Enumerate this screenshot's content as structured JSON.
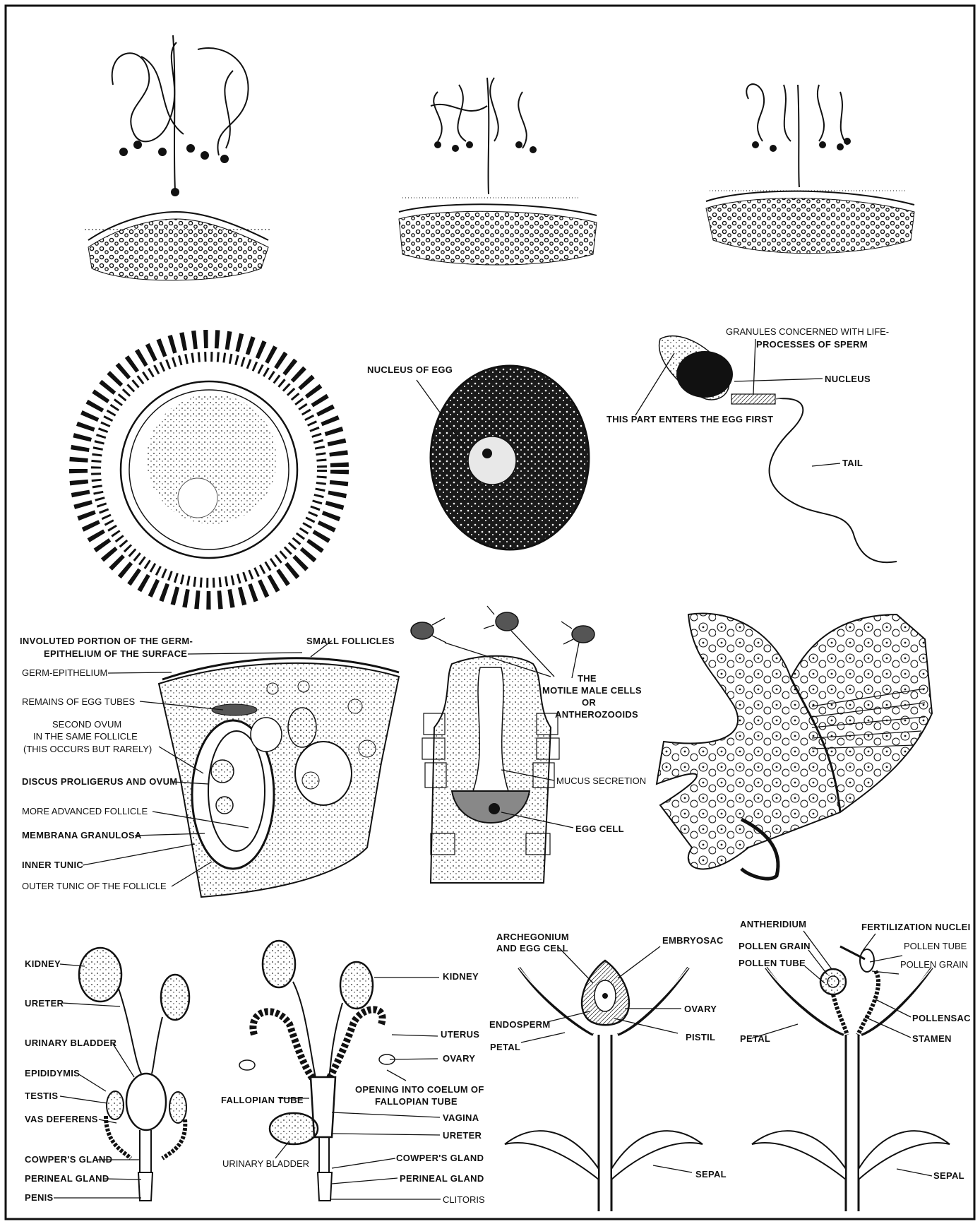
{
  "labels": {
    "sperm": {
      "granules_line1": "GRANULES CONCERNED WITH LIFE-",
      "granules_line2": "PROCESSES OF SPERM",
      "nucleus": "NUCLEUS",
      "enters_egg": "THIS PART ENTERS THE EGG FIRST",
      "tail": "TAIL"
    },
    "egg": {
      "nucleus_of_egg": "NUCLEUS OF EGG"
    },
    "ovary_section": {
      "involuted_line1": "INVOLUTED PORTION OF THE GERM-",
      "involuted_line2": "EPITHELIUM OF THE SURFACE",
      "small_follicles": "SMALL FOLLICLES",
      "germ_epithelium": "GERM-EPITHELIUM",
      "remains_egg_tubes": "REMAINS OF EGG TUBES",
      "second_ovum_line1": "SECOND OVUM",
      "second_ovum_line2": "IN THE SAME FOLLICLE",
      "second_ovum_line3": "(THIS OCCURS BUT RARELY)",
      "discus": "DISCUS PROLIGERUS AND OVUM",
      "more_advanced": "MORE ADVANCED FOLLICLE",
      "membrana": "MEMBRANA GRANULOSA",
      "inner_tunic": "INNER TUNIC",
      "outer_tunic": "OUTER TUNIC OF THE FOLLICLE"
    },
    "archegonium": {
      "motile_line1": "THE",
      "motile_line2": "MOTILE MALE CELLS",
      "motile_line3": "OR",
      "motile_line4": "ANTHEROZOOIDS",
      "mucus": "MUCUS SECRETION",
      "egg_cell": "EGG CELL"
    },
    "male_organs": {
      "kidney": "KIDNEY",
      "ureter": "URETER",
      "urinary_bladder": "URINARY BLADDER",
      "epididymis": "EPIDIDYMIS",
      "testis": "TESTIS",
      "vas_deferens": "VAS DEFERENS",
      "cowpers_gland": "COWPER'S GLAND",
      "perineal_gland": "PERINEAL GLAND",
      "penis": "PENIS"
    },
    "female_organs": {
      "kidney": "KIDNEY",
      "uterus": "UTERUS",
      "ovary": "OVARY",
      "fallopian_tube": "FALLOPIAN TUBE",
      "opening_line1": "OPENING INTO COELUM OF",
      "opening_line2": "FALLOPIAN TUBE",
      "vagina": "VAGINA",
      "ureter": "URETER",
      "urinary_bladder": "URINARY BLADDER",
      "cowpers_gland": "COWPER'S GLAND",
      "perineal_gland": "PERINEAL GLAND",
      "clitoris": "CLITORIS"
    },
    "flower_pistil": {
      "archegonium_line1": "ARCHEGONIUM",
      "archegonium_line2": "AND EGG CELL",
      "embryosac": "EMBRYOSAC",
      "ovary": "OVARY",
      "endosperm": "ENDOSPERM",
      "pistil": "PISTIL",
      "petal": "PETAL",
      "sepal": "SEPAL"
    },
    "flower_stamen": {
      "antheridium": "ANTHERIDIUM",
      "fertilization_nuclei": "FERTILIZATION NUCLEI",
      "pollen_grain": "POLLEN GRAIN",
      "pollen_tube": "POLLEN TUBE",
      "pollen_tube_r": "POLLEN TUBE",
      "pollen_grain_r": "POLLEN GRAIN",
      "pollensac": "POLLENSAC",
      "stamen": "STAMEN",
      "petal": "PETAL",
      "sepal": "SEPAL"
    }
  }
}
